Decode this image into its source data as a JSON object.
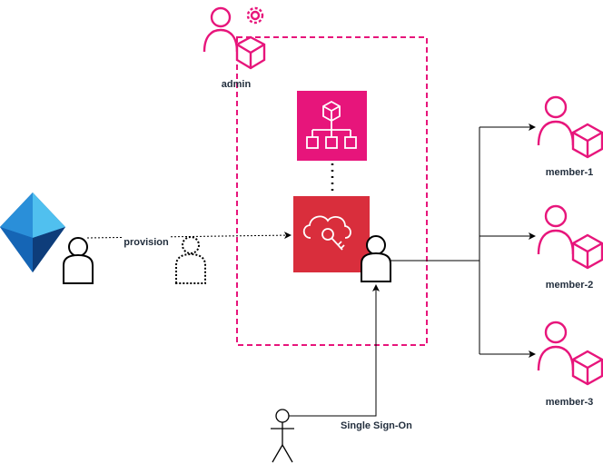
{
  "labels": {
    "admin": "admin",
    "provision": "provision",
    "sso": "Single Sign-On"
  },
  "members": [
    {
      "label": "member-1"
    },
    {
      "label": "member-2"
    },
    {
      "label": "member-3"
    }
  ],
  "colors": {
    "accent_pink": "#e7157b",
    "security_red": "#dd344c",
    "azure_blue": "#0078d4",
    "line": "#000000",
    "label": "#232f3e"
  },
  "icons": {
    "admin": "user-gear-cube-icon",
    "organizations": "aws-organizations-icon",
    "identity_center": "aws-iam-identity-center-icon",
    "entra": "azure-entra-id-icon",
    "member": "user-cube-icon"
  }
}
